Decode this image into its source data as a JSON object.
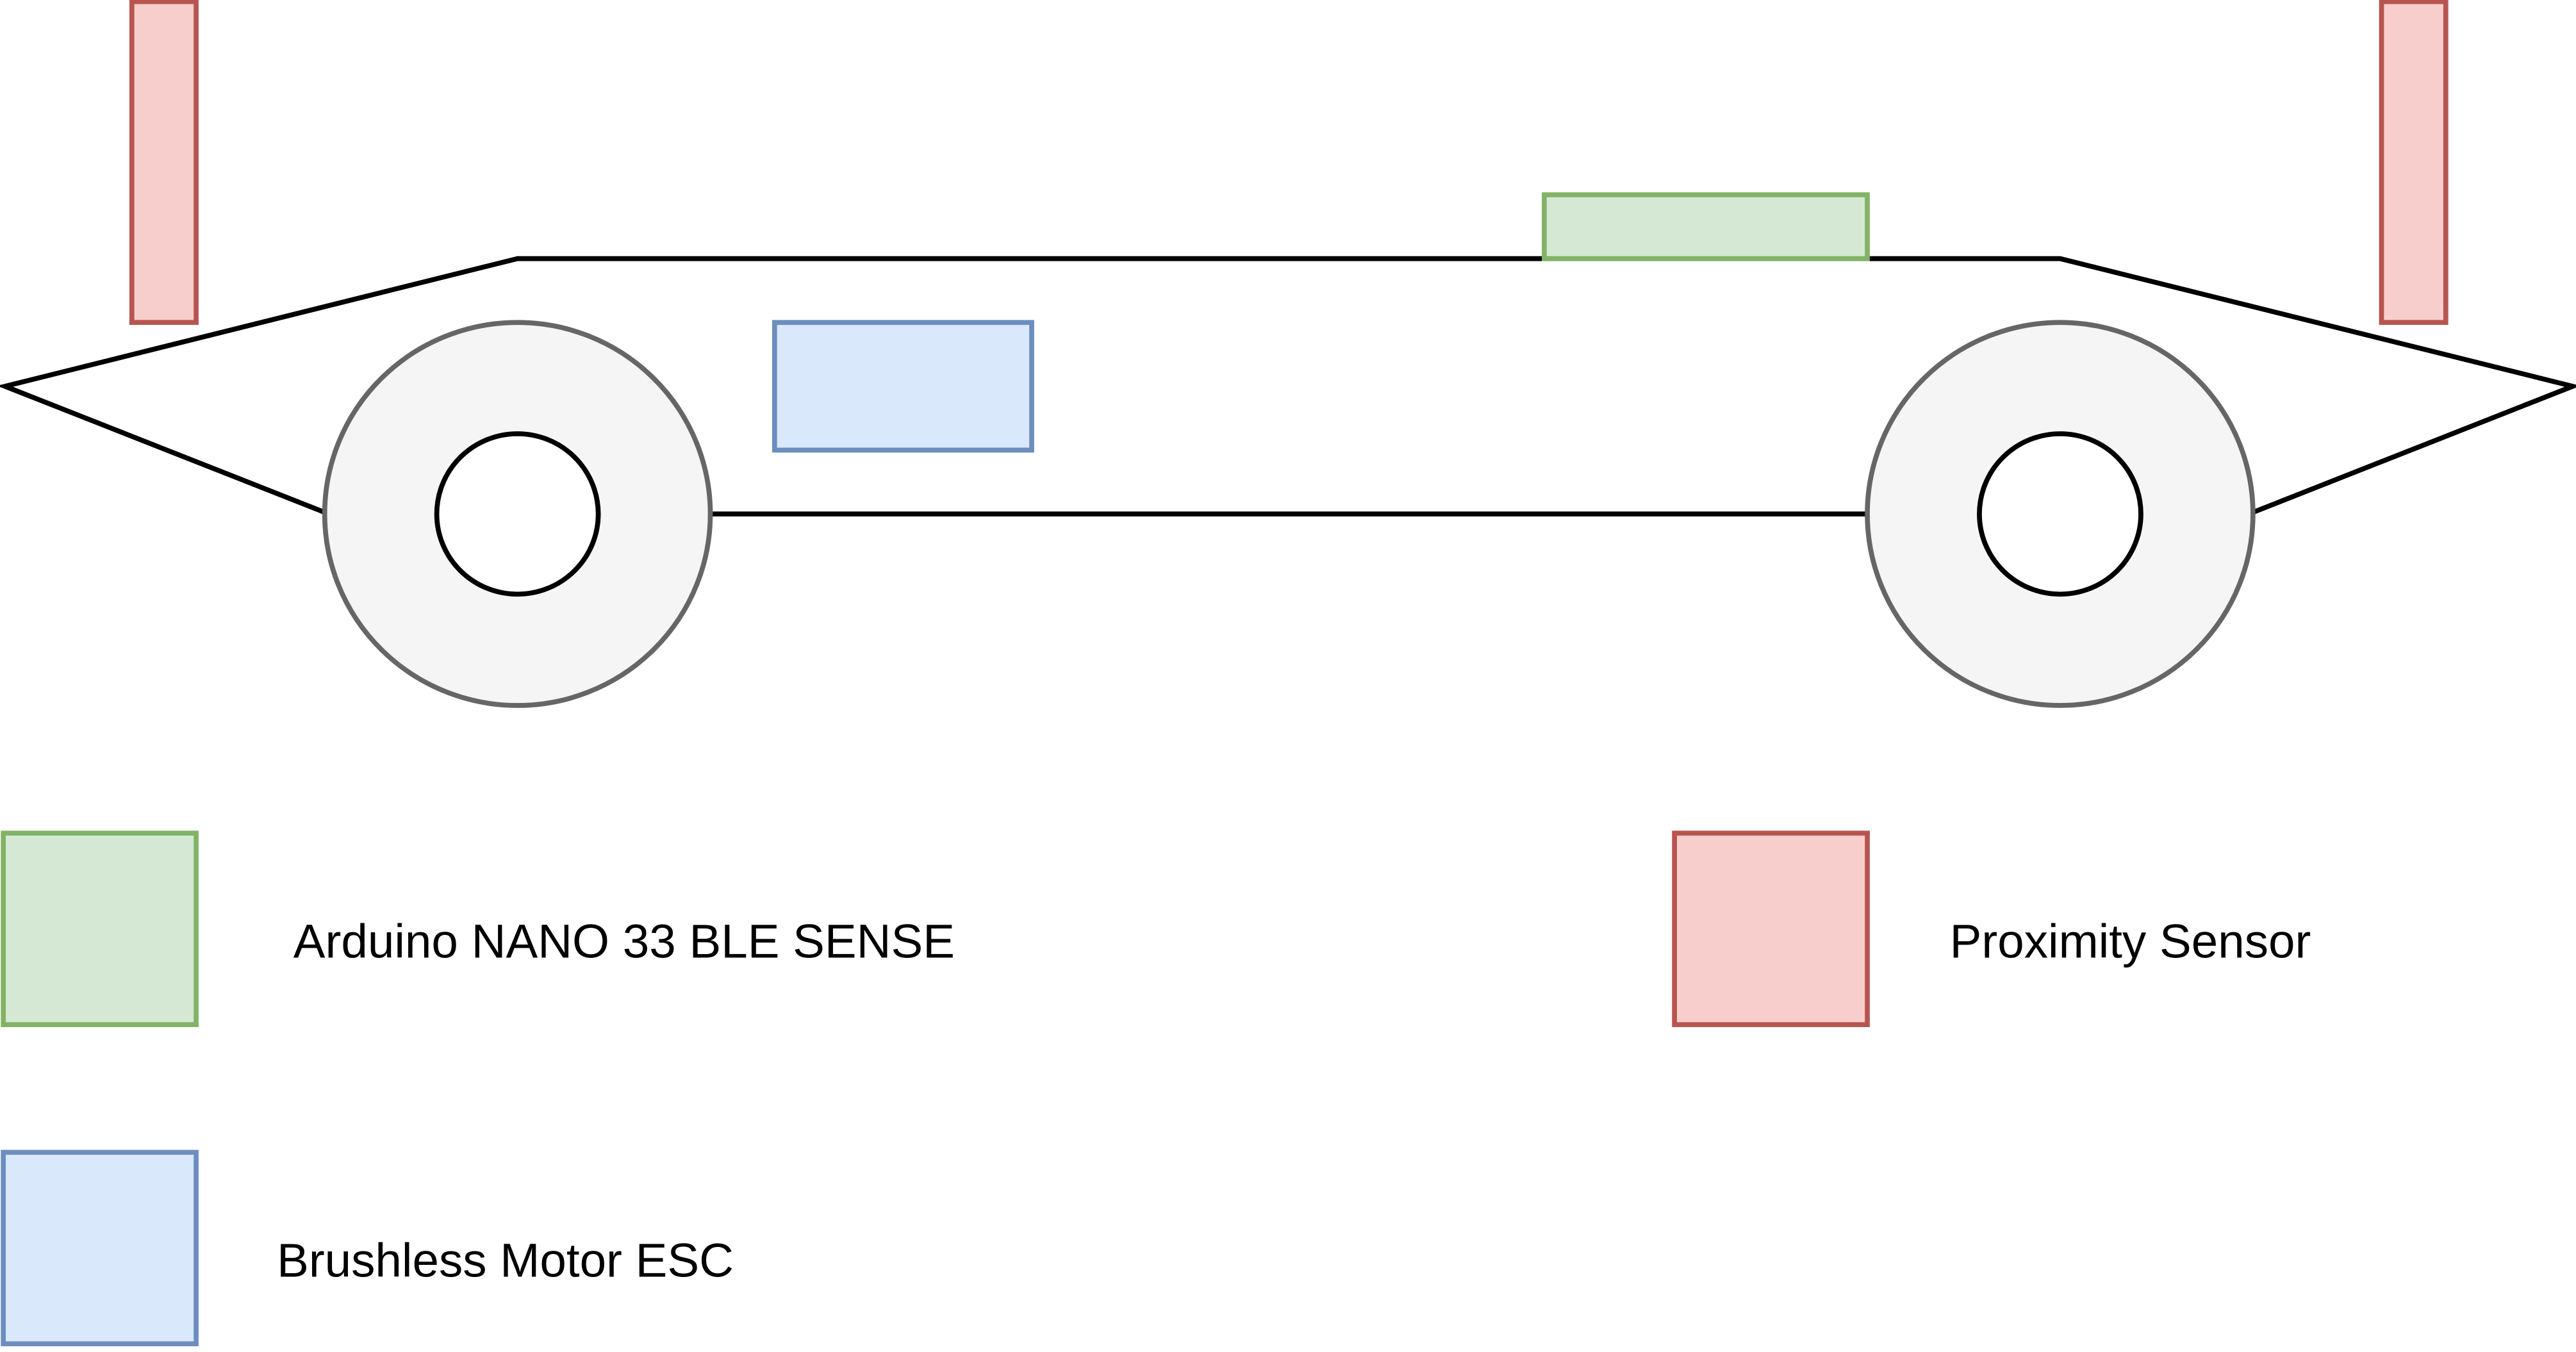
{
  "colors": {
    "arduino": {
      "fill": "#d5e8d4",
      "stroke": "#82b366"
    },
    "esc": {
      "fill": "#dae8fc",
      "stroke": "#6c8ebf"
    },
    "sensor": {
      "fill": "#f8cecc",
      "stroke": "#b85450"
    },
    "wheel": {
      "fill": "#f5f5f5",
      "stroke": "#666666"
    },
    "outline": "#000000"
  },
  "legend": {
    "arduino_label": "Arduino NANO 33 BLE SENSE",
    "sensor_label": "Proximity Sensor",
    "esc_label": "Brushless Motor ESC"
  }
}
